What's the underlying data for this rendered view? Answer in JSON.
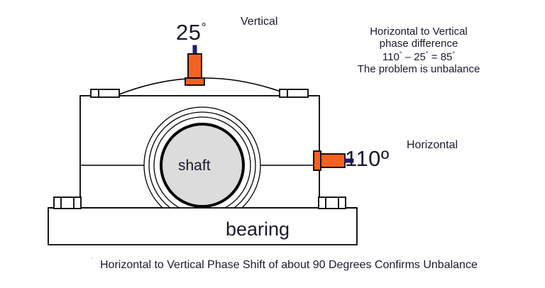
{
  "figure": {
    "title": "Pillow block bearing phase measurement diagram",
    "background_color": "#ffffff",
    "line_color": "#000000",
    "sensor_body_color": "#F4621F",
    "sensor_cable_color": "#1f1f6e",
    "shaft_fill_color": "#dcdcdc"
  },
  "labels": {
    "vertical_axis": "Vertical",
    "horizontal_axis": "Horizontal",
    "shaft": "shaft",
    "bearing": "bearing"
  },
  "measurements": {
    "vertical_phase": "25",
    "vertical_phase_degree_symbol": "°",
    "horizontal_phase": "110",
    "horizontal_phase_degree_symbol": "º"
  },
  "annotation": {
    "line1": "Horizontal to Vertical",
    "line2": "phase difference",
    "equation_a": "110",
    "equation_minus": " – ",
    "equation_b": "25",
    "equation_equals": " = ",
    "equation_result": "85",
    "equation_degree_symbol": "°",
    "line4": "The problem is unbalance"
  },
  "caption": {
    "tick_mark": "ˋ",
    "text": "Horizontal to Vertical Phase Shift of about 90 Degrees Confirms Unbalance"
  },
  "chart_data": {
    "type": "diagram",
    "title": "Horizontal to Vertical Phase Shift of about 90 Degrees Confirms Unbalance",
    "measurement_points": [
      {
        "name": "vertical",
        "axis": "Vertical",
        "phase_deg": 25,
        "sensor": "accelerometer",
        "location": "top of bearing cap"
      },
      {
        "name": "horizontal",
        "axis": "Horizontal",
        "phase_deg": 110,
        "sensor": "accelerometer",
        "location": "right side of bearing housing"
      }
    ],
    "phase_difference_deg": 85,
    "diagnosis": "unbalance"
  }
}
